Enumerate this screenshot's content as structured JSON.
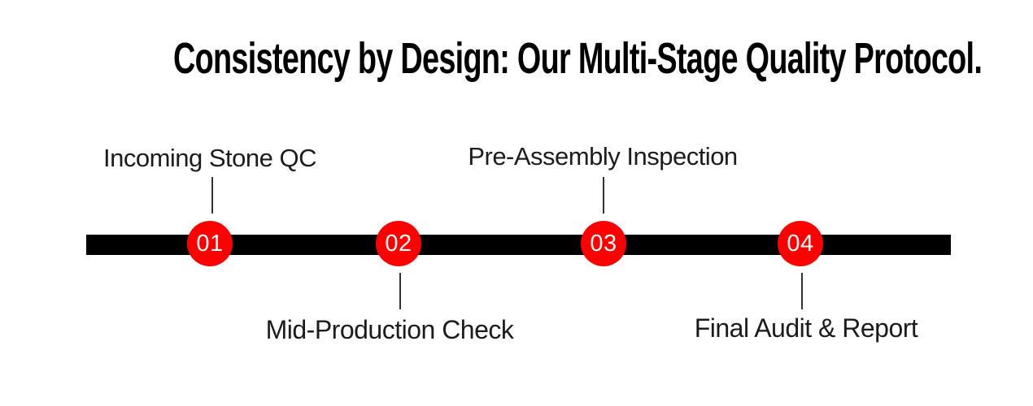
{
  "title": "Consistency by Design: Our Multi-Stage Quality Protocol.",
  "colors": {
    "accent_red": "#fe0000",
    "bar_black": "#000000",
    "background": "#ffffff",
    "label_text": "#1c1c1c",
    "number_text": "#ffffff"
  },
  "timeline": {
    "stages": [
      {
        "number": "01",
        "label": "Incoming Stone QC",
        "label_position": "above"
      },
      {
        "number": "02",
        "label": "Mid-Production Check",
        "label_position": "below"
      },
      {
        "number": "03",
        "label": "Pre-Assembly Inspection",
        "label_position": "above"
      },
      {
        "number": "04",
        "label": "Final Audit & Report",
        "label_position": "below"
      }
    ]
  }
}
